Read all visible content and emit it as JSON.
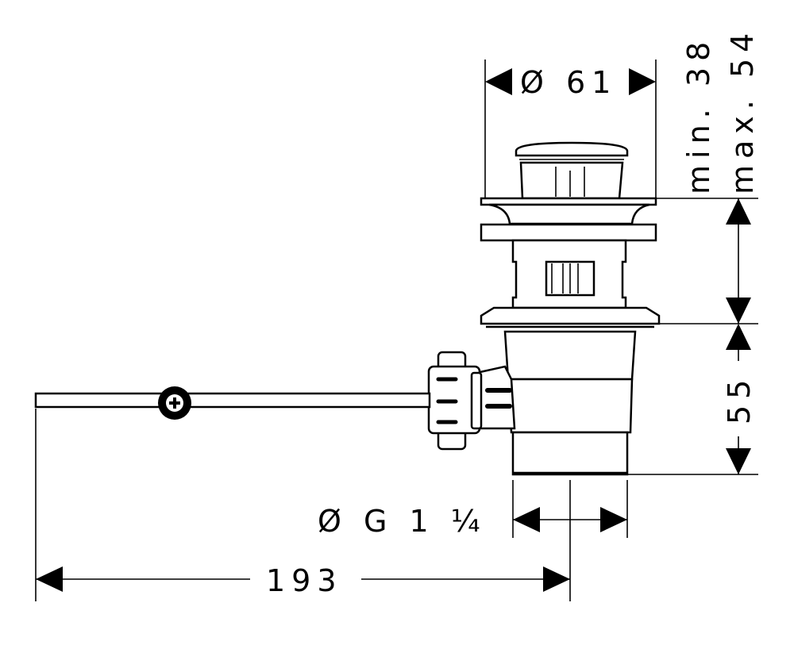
{
  "dimensions": {
    "top_diameter": "Ø 61",
    "min_height": "min. 38",
    "max_height": "max. 54",
    "body_height": "55",
    "thread": "Ø G 1 ¼",
    "rod_length": "193"
  }
}
